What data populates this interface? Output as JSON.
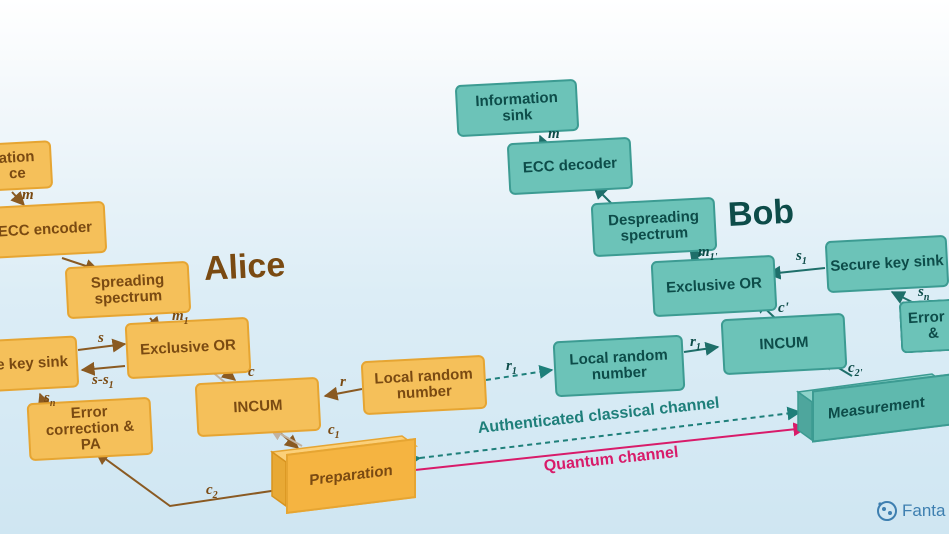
{
  "alice": {
    "title": "Alice",
    "info_source": "Information source",
    "info_source_visible": "ation\nce",
    "ecc_encoder": "ECC encoder",
    "spreading": "Spreading spectrum",
    "exclusive_or": "Exclusive OR",
    "key_sink": "re key sink",
    "error_correction": "Error correction & PA",
    "incum": "INCUM",
    "local_random": "Local random number",
    "preparation": "Preparation",
    "labels": {
      "m": "m",
      "m1": "m1",
      "s": "s",
      "s_s1": "s-s1",
      "sn": "sn",
      "c": "c",
      "c1": "c1",
      "c2": "c2",
      "r": "r"
    }
  },
  "bob": {
    "title": "Bob",
    "info_sink": "Information sink",
    "ecc_decoder": "ECC decoder",
    "despreading": "Despreading spectrum",
    "exclusive_or": "Exclusive OR",
    "key_sink": "Secure key sink",
    "error_correction": "Error c &",
    "incum": "INCUM",
    "local_random": "Local random number",
    "measurement": "Measurement",
    "labels": {
      "m": "m",
      "m1p": "m1'",
      "s1": "s1",
      "sn": "sn",
      "cp": "c'",
      "c2p": "c2'",
      "r1a": "r1",
      "r1b": "r1"
    }
  },
  "channels": {
    "classical": "Authenticated classical channel",
    "quantum": "Quantum channel"
  },
  "colors": {
    "alice_fill": "#f5c05a",
    "alice_stroke": "#e6a532",
    "alice_text": "#7a4a12",
    "bob_fill": "#6cc3b8",
    "bob_stroke": "#3c9b92",
    "bob_text": "#0d4c49",
    "quantum": "#d81b6a",
    "classical": "#1e7f7a"
  },
  "logo": {
    "text": "Fanta",
    "icon": "fantastic-logo-icon"
  }
}
